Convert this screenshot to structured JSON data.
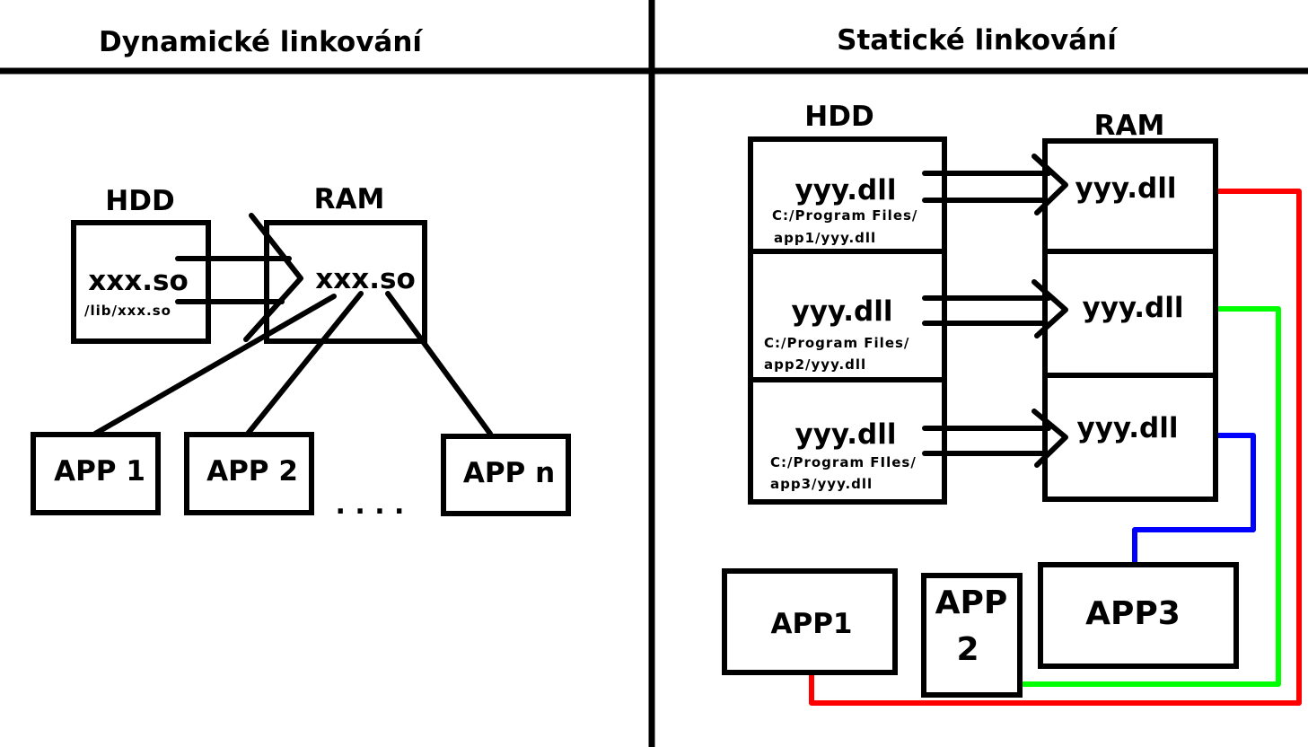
{
  "colors": {
    "red": "#ff0000",
    "green": "#00ff00",
    "blue": "#0000ff"
  },
  "dynamic": {
    "title": "Dynamické linkování",
    "hdd_label": "HDD",
    "ram_label": "RAM",
    "hdd_file": "xxx.so",
    "hdd_path": "/lib/xxx.so",
    "ram_file": "xxx.so",
    "apps": [
      "APP 1",
      "APP 2",
      "APP n"
    ],
    "ellipsis": ". . . ."
  },
  "static": {
    "title": "Statické linkování",
    "hdd_label": "HDD",
    "ram_label": "RAM",
    "hdd_files": [
      {
        "name": "yyy.dll",
        "path1": "C:/Program Files/",
        "path2": "app1/yyy.dll"
      },
      {
        "name": "yyy.dll",
        "path1": "C:/Program Files/",
        "path2": "app2/yyy.dll"
      },
      {
        "name": "yyy.dll",
        "path1": "C:/Program FIles/",
        "path2": "app3/yyy.dll"
      }
    ],
    "ram_files": [
      "yyy.dll",
      "yyy.dll",
      "yyy.dll"
    ],
    "apps": {
      "app1": "APP1",
      "app2_line1": "APP",
      "app2_line2": "2",
      "app3": "APP3"
    }
  }
}
